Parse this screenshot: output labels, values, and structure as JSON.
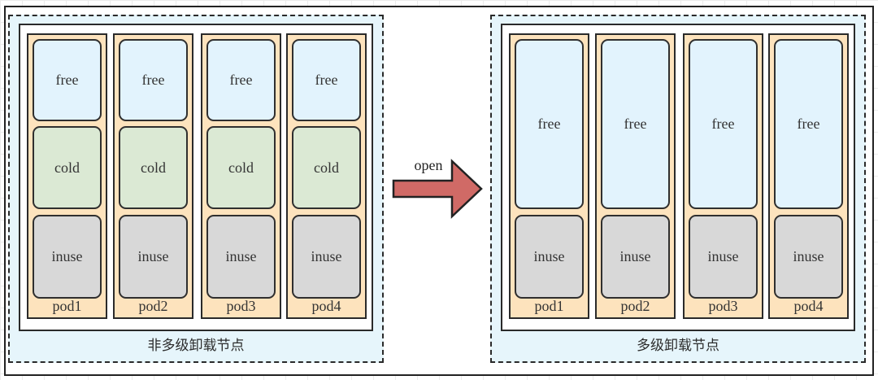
{
  "left_node": {
    "label": "非多级卸载节点",
    "pods": [
      {
        "name": "pod1",
        "segments": [
          {
            "type": "free",
            "label": "free"
          },
          {
            "type": "cold",
            "label": "cold"
          },
          {
            "type": "inuse",
            "label": "inuse"
          }
        ]
      },
      {
        "name": "pod2",
        "segments": [
          {
            "type": "free",
            "label": "free"
          },
          {
            "type": "cold",
            "label": "cold"
          },
          {
            "type": "inuse",
            "label": "inuse"
          }
        ]
      },
      {
        "name": "pod3",
        "segments": [
          {
            "type": "free",
            "label": "free"
          },
          {
            "type": "cold",
            "label": "cold"
          },
          {
            "type": "inuse",
            "label": "inuse"
          }
        ]
      },
      {
        "name": "pod4",
        "segments": [
          {
            "type": "free",
            "label": "free"
          },
          {
            "type": "cold",
            "label": "cold"
          },
          {
            "type": "inuse",
            "label": "inuse"
          }
        ]
      }
    ]
  },
  "arrow": {
    "label": "open"
  },
  "right_node": {
    "label": "多级卸载节点",
    "pods": [
      {
        "name": "pod1",
        "segments": [
          {
            "type": "free",
            "label": "free"
          },
          {
            "type": "inuse",
            "label": "inuse"
          }
        ]
      },
      {
        "name": "pod2",
        "segments": [
          {
            "type": "free",
            "label": "free"
          },
          {
            "type": "inuse",
            "label": "inuse"
          }
        ]
      },
      {
        "name": "pod3",
        "segments": [
          {
            "type": "free",
            "label": "free"
          },
          {
            "type": "inuse",
            "label": "inuse"
          }
        ]
      },
      {
        "name": "pod4",
        "segments": [
          {
            "type": "free",
            "label": "free"
          },
          {
            "type": "inuse",
            "label": "inuse"
          }
        ]
      }
    ]
  },
  "colors": {
    "free": "#e2f3fd",
    "cold": "#dbe9d4",
    "inuse": "#d8d8d8",
    "pod_background": "#fde3bd",
    "node_background": "#e6f5fb",
    "arrow_fill": "#d06a66"
  }
}
